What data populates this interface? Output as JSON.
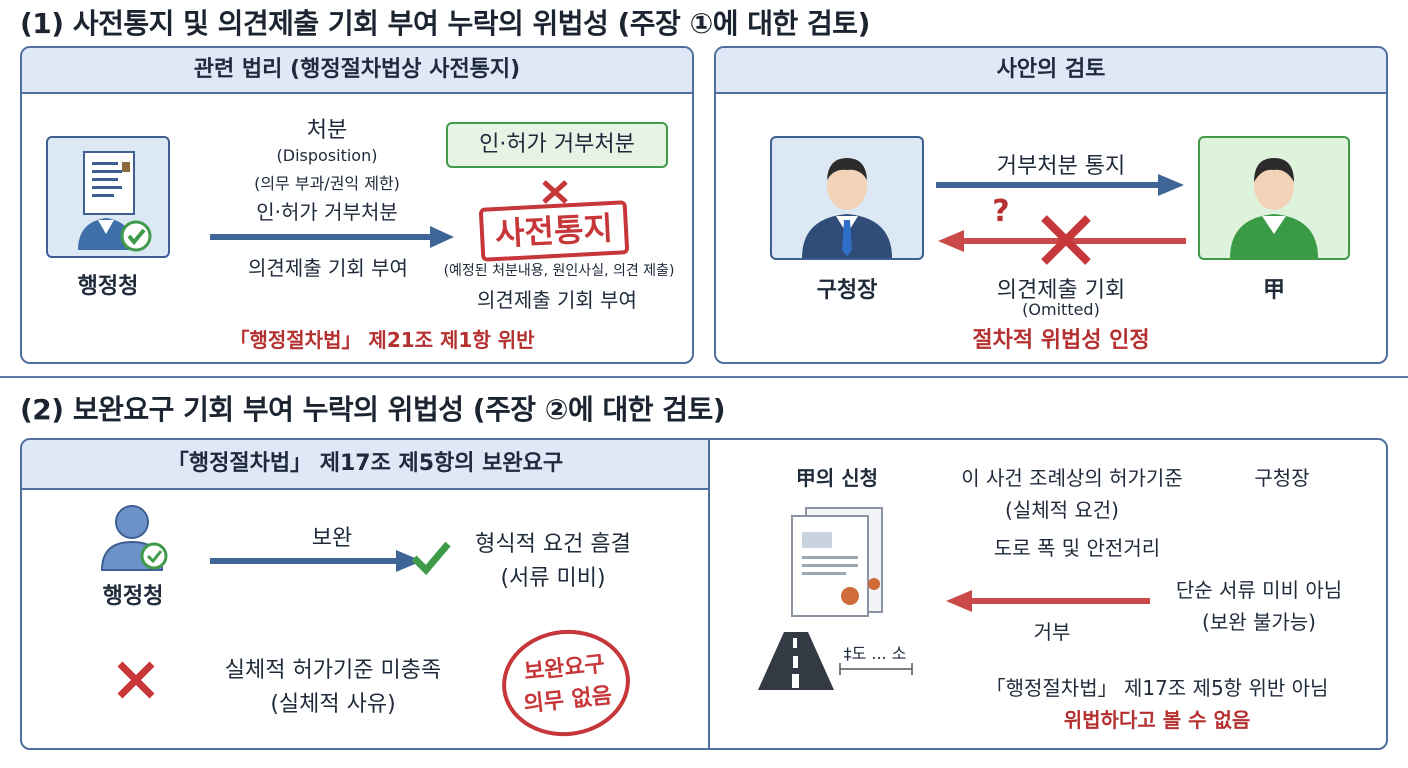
{
  "section1": {
    "title": "(1) 사전통지 및 의견제출 기회 부여 누락의 위법성 (주장 ①에 대한 검토)",
    "left_panel": {
      "header": "관련 법리 (행정절차법상 사전통지)",
      "agency_label": "행정청",
      "arrow_top_1": "처분",
      "arrow_top_2": "(Disposition)",
      "arrow_top_3": "(의무 부과/권익 제한)",
      "arrow_top_4": "인·허가 거부처분",
      "arrow_bottom": "의견제출 기회 부여",
      "green_box": "인·허가 거부처분",
      "stamp": "사전통지",
      "stamp_sub": "(예정된 처분내용, 원인사실, 의견 제출)",
      "right_bottom": "의견제출 기회 부여",
      "law": "「행정절차법」 제21조 제1항 위반"
    },
    "right_panel": {
      "header": "사안의 검토",
      "left_person": "구청장",
      "right_person": "甲",
      "arrow_top": "거부처분 통지",
      "question": "?",
      "arrow_bottom_1": "의견제출 기회",
      "arrow_bottom_2": "(Omitted)",
      "conclusion": "절차적 위법성 인정"
    }
  },
  "section2": {
    "title": "(2) 보완요구 기회 부여 누락의 위법성 (주장 ②에 대한 검토)",
    "left_panel": {
      "header": "「행정절차법」 제17조 제5항의 보완요구",
      "agency_label": "행정청",
      "arrow_label": "보완",
      "check_text_1": "형식적 요건 흠결",
      "check_text_2": "(서류 미비)",
      "x_text_1": "실체적 허가기준 미충족",
      "x_text_2": "(실체적 사유)",
      "stamp_1": "보완요구",
      "stamp_2": "의무 없음"
    },
    "right_panel": {
      "application": "甲의 신청",
      "standard_1": "이 사건 조례상의 허가기준",
      "standard_2": "(실체적 요건)",
      "standard_3": "도로 폭 및 안전거리",
      "chief": "구청장",
      "not_defect_1": "단순 서류 미비 아님",
      "not_defect_2": "(보완 불가능)",
      "refusal": "거부",
      "road_label": "‡도 ... 소",
      "law": "「행정절차법」 제17조 제5항 위반 아님",
      "conclusion": "위법하다고 볼 수 없음"
    }
  },
  "colors": {
    "blue_arrow": "#3f6597",
    "red_arrow": "#c94a48",
    "accent_red": "#b53030",
    "panel_border": "#4f6f9f",
    "header_bg": "#dfe8f6",
    "green": "#3f9a4a"
  }
}
